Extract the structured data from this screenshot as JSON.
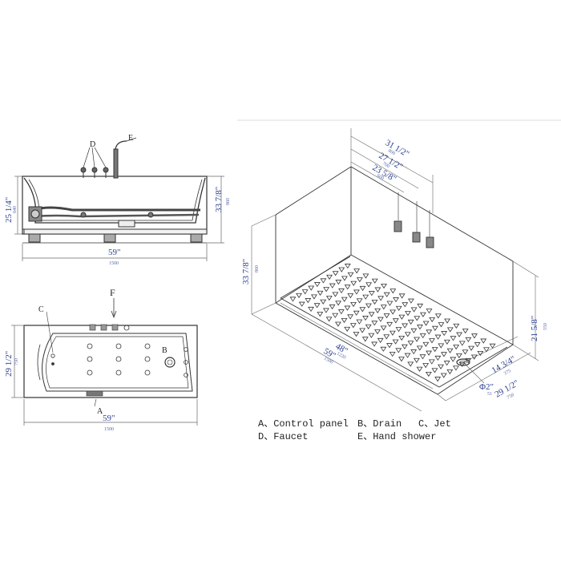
{
  "side_view": {
    "height_label": "25 1/4\"",
    "height_mm": "640",
    "total_height_label": "33 7/8\"",
    "total_height_mm": "860",
    "width_label": "59\"",
    "width_mm": "1500",
    "letter_d": "D",
    "letter_e": "E"
  },
  "top_view": {
    "arrow_label": "F",
    "letter_c": "C",
    "letter_b": "B",
    "letter_a": "A",
    "depth_label": "29 1/2\"",
    "depth_mm": "750",
    "width_label": "59\"",
    "width_mm": "1500"
  },
  "iso_view": {
    "top_31": "31 1/2\"",
    "top_31_mm": "800",
    "top_27": "27 1/2\"",
    "top_27_mm": "700",
    "top_23": "23 5/8\"",
    "top_23_mm": "600",
    "height_label": "33 7/8\"",
    "height_mm": "860",
    "inner_length": "48\"",
    "inner_length_mm": "1220",
    "length": "59\"",
    "length_mm": "1500",
    "right_height": "21 5/8\"",
    "right_height_mm": "550",
    "drain_offset": "14 3/4\"",
    "drain_offset_mm": "375",
    "drain_dia": "Φ2\"",
    "drain_dia_mm": "51",
    "depth": "29 1/2\"",
    "depth_mm": "750"
  },
  "legend": {
    "a": "A、Control panel",
    "b": "B、Drain",
    "c": "C、Jet",
    "d": "D、Faucet",
    "e": "E、Hand shower"
  }
}
